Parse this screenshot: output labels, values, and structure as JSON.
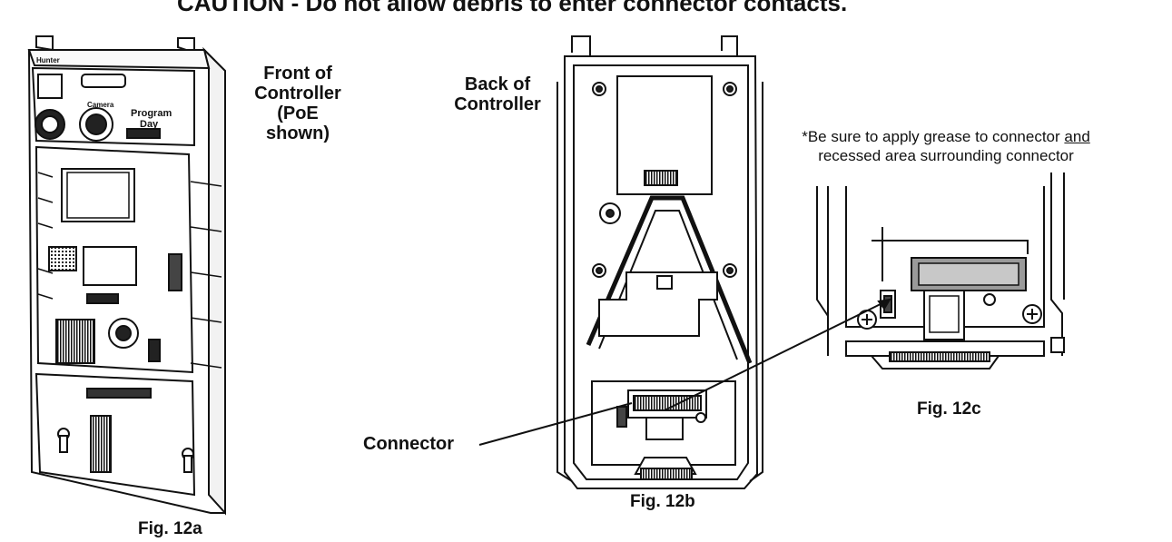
{
  "caution": "CAUTION - Do not allow debris to enter connector contacts.",
  "figures": {
    "a": {
      "caption": "Fig. 12a",
      "label_lines": [
        "Front of",
        "Controller",
        "(PoE shown)"
      ],
      "device_text": {
        "brand": "Hunter",
        "button_left": "Camera",
        "button_right_1": "Program",
        "button_right_2": "Day"
      }
    },
    "b": {
      "caption": "Fig. 12b",
      "label_lines": [
        "Back of",
        "Controller"
      ],
      "callout": "Connector"
    },
    "c": {
      "caption": "Fig. 12c",
      "note_line1_prefix": "*Be sure to apply grease to connector ",
      "note_line1_emph": "and",
      "note_line2": "recessed area surrounding connector"
    }
  }
}
